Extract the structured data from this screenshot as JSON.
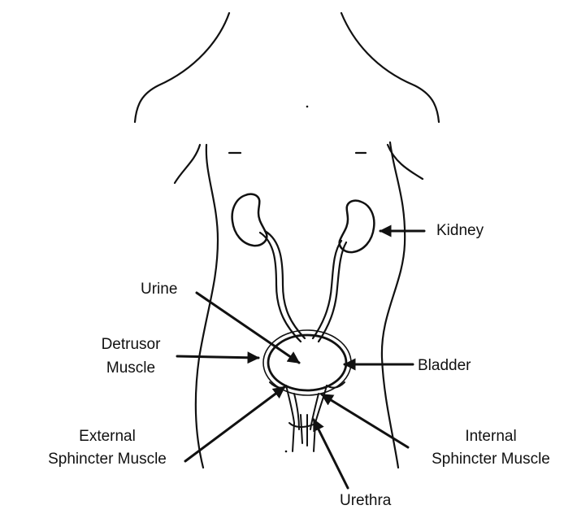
{
  "labels": {
    "kidney": "Kidney",
    "urine": "Urine",
    "detrusor_line1": "Detrusor",
    "detrusor_line2": "Muscle",
    "bladder": "Bladder",
    "external_line1": "External",
    "external_line2": "Sphincter Muscle",
    "internal_line1": "Internal",
    "internal_line2": "Sphincter Muscle",
    "urethra": "Urethra"
  },
  "colors": {
    "ink": "#111111",
    "background": "#ffffff"
  }
}
